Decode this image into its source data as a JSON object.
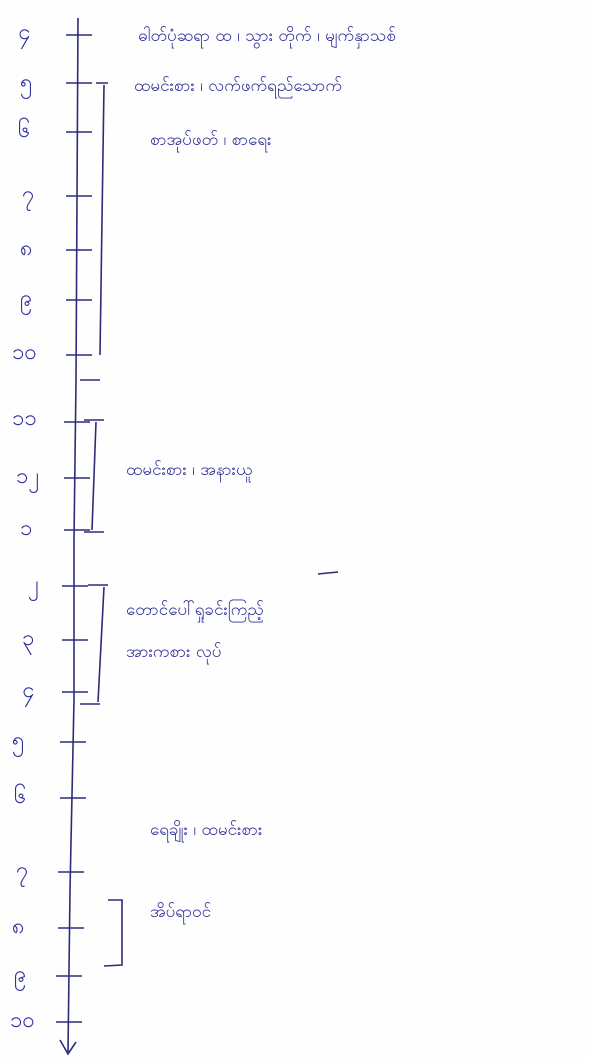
{
  "colors": {
    "ink": "#2f2f9a",
    "paper": "#fefefe"
  },
  "axis": {
    "ticks": [
      "၄",
      "၅",
      "၆",
      "၇",
      "၈",
      "၉",
      "၁၀",
      "၁၁",
      "၁၂",
      "၁",
      "၂",
      "၃",
      "၄",
      "၅",
      "၆",
      "၇",
      "၈",
      "၉",
      "၁၀"
    ]
  },
  "notes": [
    "ဓါတ်ပုံဆရာ ထ ၊ သွား တိုက် ၊ မျက်နှာသစ်",
    "ထမင်းစား ၊ လက်ဖက်ရည်သောက်",
    "စာအုပ်ဖတ် ၊ စာရေး",
    "ထမင်းစား ၊ အနားယူ",
    "တောင်ပေါ်ရှုခင်းကြည့်",
    "အားကစား လုပ်",
    "ရေချိုး ၊ ထမင်းစား",
    "အိပ်ရာဝင်"
  ]
}
